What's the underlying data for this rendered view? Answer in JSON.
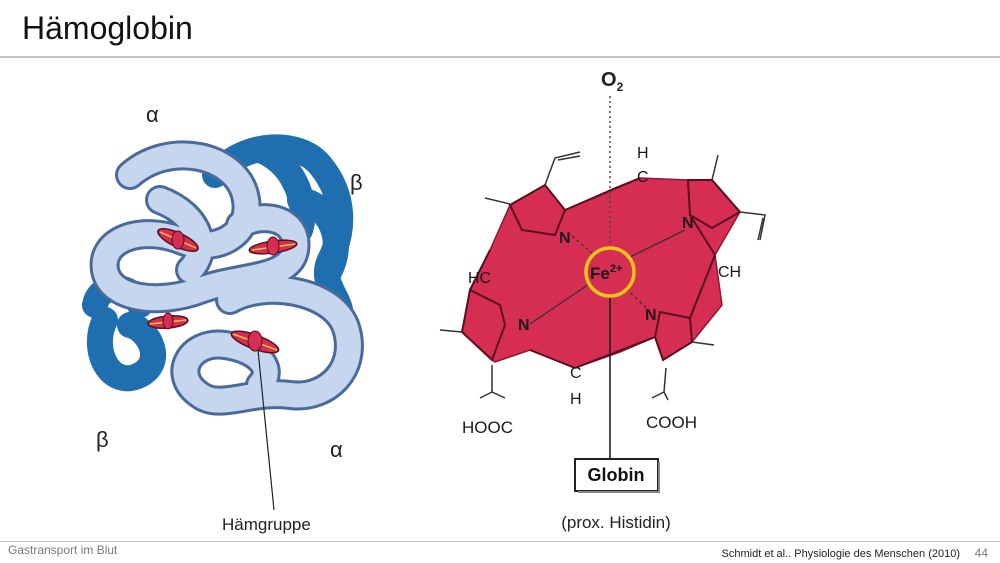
{
  "slide": {
    "title": "Hämoglobin",
    "footer_left": "Gastransport im Blut",
    "source": "Schmidt et al.. Physiologie des Menschen (2010)",
    "page_number": "44"
  },
  "protein": {
    "alpha_top": "α",
    "beta_right": "β",
    "beta_bottom": "β",
    "alpha_bottom": "α",
    "heme_label": "Hämgruppe"
  },
  "heme": {
    "o2_main": "O",
    "o2_sub": "2",
    "fe_main": "Fe",
    "fe_sup": "2+",
    "n_top_left": "N",
    "n_top_right": "N",
    "n_bottom_left": "N",
    "n_bottom_right": "N",
    "h_top": "H",
    "c_top": "C",
    "hc_left": "HC",
    "ch_right": "CH",
    "c_bottom": "C",
    "h_bottom": "H",
    "hooc": "HOOC",
    "cooh": "COOH",
    "globin": "Globin",
    "histidin": "(prox. Histidin)"
  },
  "colors": {
    "alpha_chain": "#c5d6ee",
    "beta_chain": "#1f6fb0",
    "heme_ring": "#d62d52",
    "iron_circle": "#f0c419"
  }
}
